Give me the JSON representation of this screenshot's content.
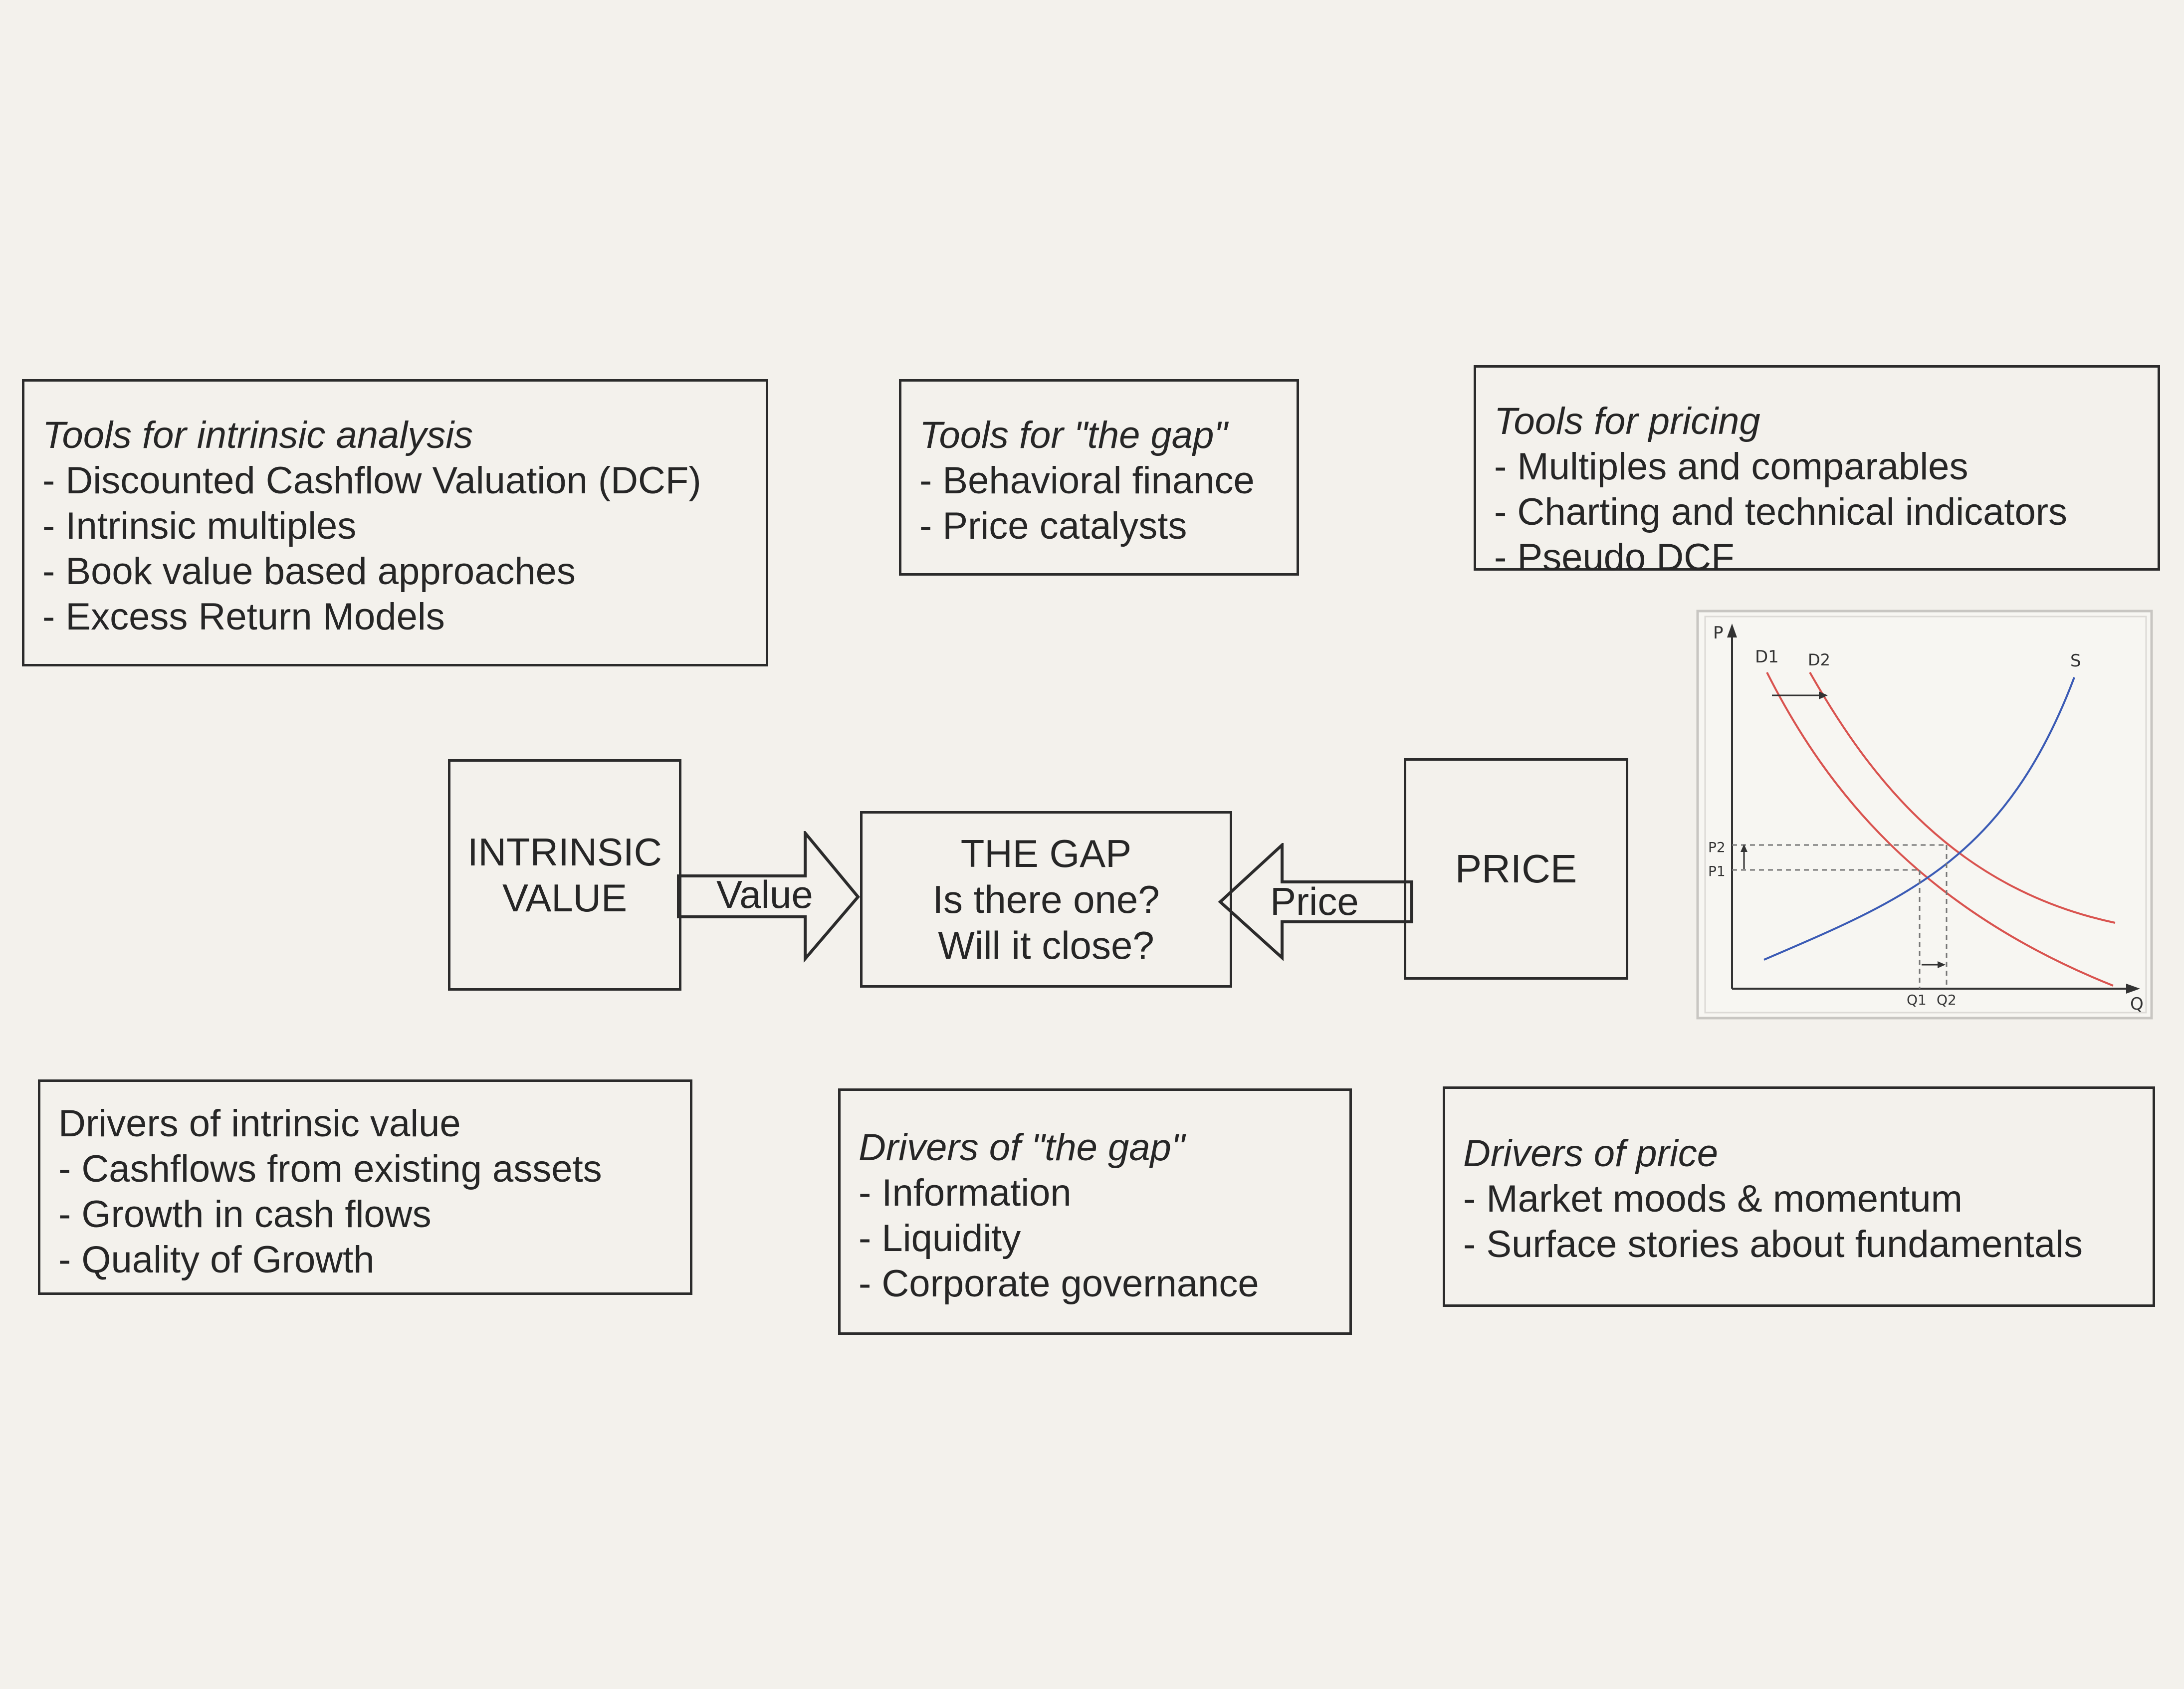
{
  "top_boxes": {
    "intrinsic_tools": {
      "title": "Tools for intrinsic analysis",
      "items": [
        "- Discounted Cashflow Valuation (DCF)",
        "- Intrinsic multiples",
        "- Book value based approaches",
        "- Excess Return Models"
      ]
    },
    "gap_tools": {
      "title": "Tools for \"the gap\"",
      "items": [
        "- Behavioral finance",
        "- Price catalysts"
      ]
    },
    "pricing_tools": {
      "title": "Tools for pricing",
      "items": [
        "- Multiples and comparables",
        "- Charting and technical indicators",
        "- Pseudo DCF"
      ]
    }
  },
  "middle": {
    "intrinsic_value": {
      "line1": "INTRINSIC",
      "line2": "VALUE"
    },
    "value_arrow_label": "Value",
    "gap": {
      "line1": "THE GAP",
      "line2": "Is there one?",
      "line3": "Will it close?"
    },
    "price_arrow_label": "Price",
    "price": "PRICE"
  },
  "bottom_boxes": {
    "intrinsic_drivers": {
      "title": "Drivers of intrinsic value",
      "items": [
        "- Cashflows from existing assets",
        "- Growth in cash flows",
        "- Quality of Growth"
      ]
    },
    "gap_drivers": {
      "title": "Drivers of \"the gap\"",
      "items": [
        "- Information",
        "- Liquidity",
        "- Corporate governance"
      ]
    },
    "price_drivers": {
      "title": "Drivers of price",
      "items": [
        "- Market moods & momentum",
        "- Surface stories about fundamentals"
      ]
    }
  },
  "supply_demand_chart": {
    "axis_y": "P",
    "axis_x": "Q",
    "curve_labels": {
      "d1": "D1",
      "d2": "D2",
      "s": "S"
    },
    "price_labels": {
      "p1": "P1",
      "p2": "P2"
    },
    "quantity_labels": {
      "q1": "Q1",
      "q2": "Q2"
    },
    "colors": {
      "demand": "#d9534f",
      "supply": "#3b5bb5"
    }
  }
}
